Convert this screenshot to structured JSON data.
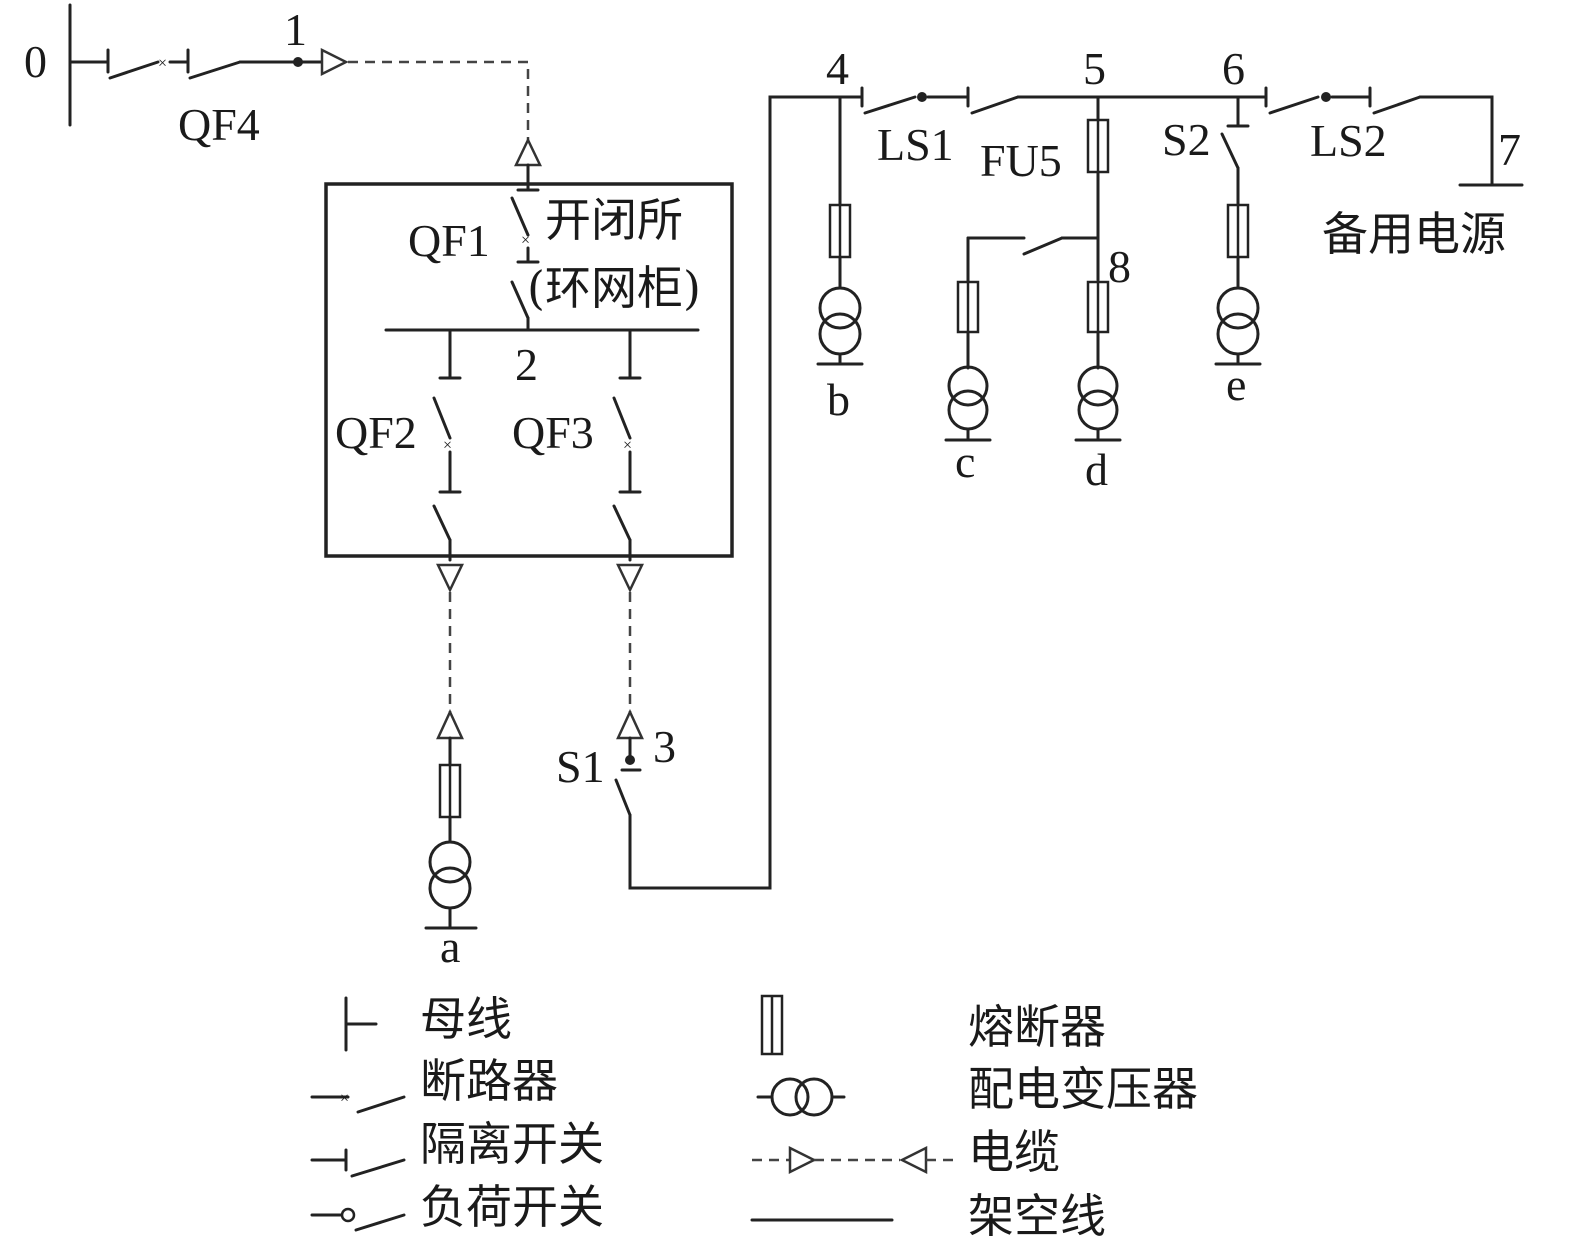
{
  "nodes": {
    "n0": "0",
    "n1": "1",
    "n2": "2",
    "n3": "3",
    "n4": "4",
    "n5": "5",
    "n6": "6",
    "n7": "7",
    "n8": "8"
  },
  "devices": {
    "qf1": "QF1",
    "qf2": "QF2",
    "qf3": "QF3",
    "qf4": "QF4",
    "ls1": "LS1",
    "ls2": "LS2",
    "fu5": "FU5",
    "s1": "S1",
    "s2": "S2"
  },
  "loads": {
    "a": "a",
    "b": "b",
    "c": "c",
    "d": "d",
    "e": "e"
  },
  "switching_station": {
    "line1": "开闭所",
    "line2": "(环网柜)"
  },
  "backup_source": "备用电源",
  "legend": {
    "left": [
      {
        "symbol": "busbar",
        "label": "母线"
      },
      {
        "symbol": "circuit-breaker",
        "label": "断路器"
      },
      {
        "symbol": "disconnector",
        "label": "隔离开关"
      },
      {
        "symbol": "load-switch",
        "label": "负荷开关"
      }
    ],
    "right": [
      {
        "symbol": "fuse",
        "label": "熔断器"
      },
      {
        "symbol": "distribution-transformer",
        "label": "配电变压器"
      },
      {
        "symbol": "cable",
        "label": "电缆"
      },
      {
        "symbol": "overhead-line",
        "label": "架空线"
      }
    ]
  }
}
